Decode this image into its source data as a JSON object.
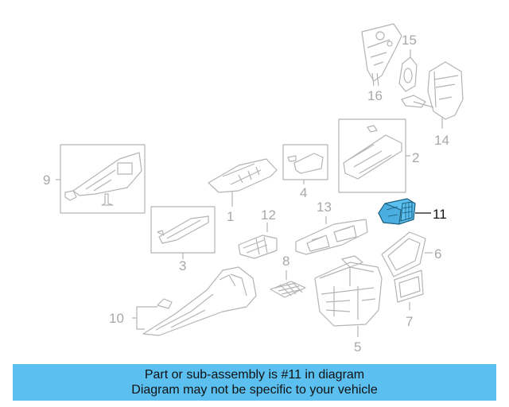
{
  "callouts": {
    "c1": "1",
    "c2": "2",
    "c3": "3",
    "c4": "4",
    "c5": "5",
    "c6": "6",
    "c7": "7",
    "c8": "8",
    "c9": "9",
    "c10": "10",
    "c11": "11",
    "c12": "12",
    "c13": "13",
    "c14": "14",
    "c15": "15",
    "c16": "16"
  },
  "highlight": {
    "part": "11",
    "color": "#5bc0f0"
  },
  "banner": {
    "line1": "Part or sub-assembly is #11 in diagram",
    "line2": "Diagram may not be specific to your vehicle",
    "color": "#5bc0f0"
  }
}
